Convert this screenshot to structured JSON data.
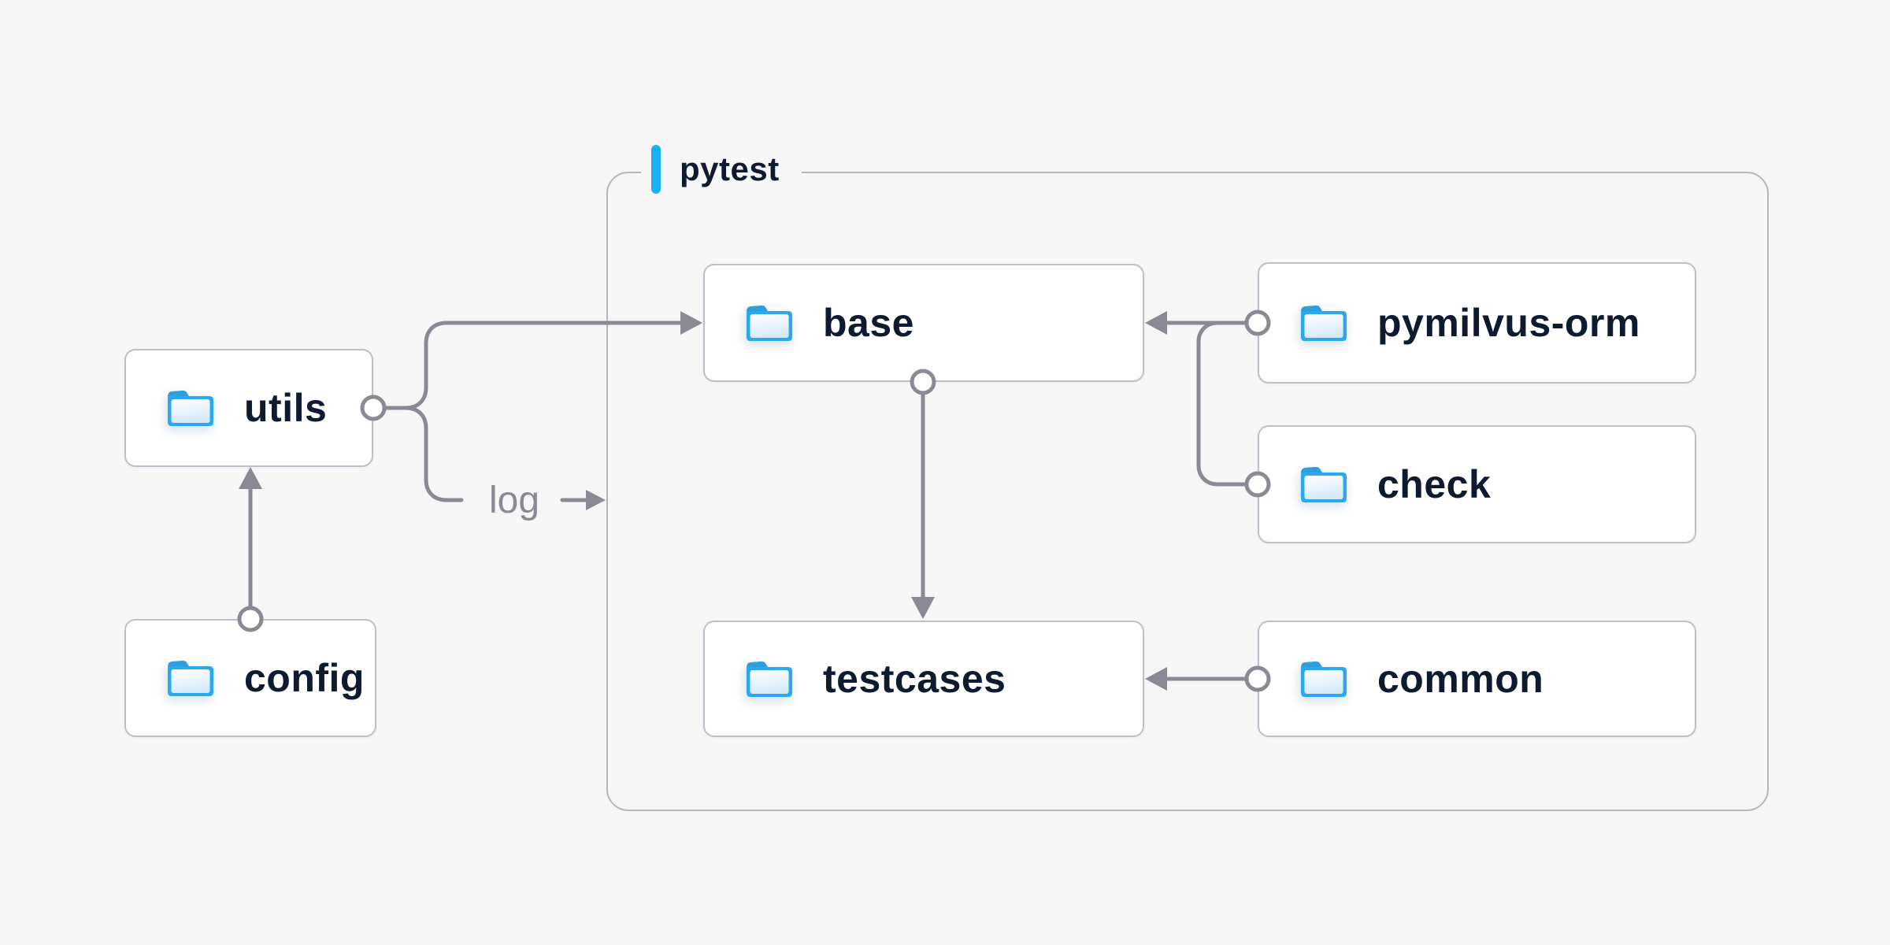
{
  "diagram": {
    "group": {
      "label": "pytest"
    },
    "nodes": [
      {
        "id": "utils",
        "label": "utils",
        "icon": "folder-icon"
      },
      {
        "id": "config",
        "label": "config",
        "icon": "folder-icon"
      },
      {
        "id": "base",
        "label": "base",
        "icon": "folder-icon"
      },
      {
        "id": "pymilvus-orm",
        "label": "pymilvus-orm",
        "icon": "folder-icon"
      },
      {
        "id": "check",
        "label": "check",
        "icon": "folder-icon"
      },
      {
        "id": "testcases",
        "label": "testcases",
        "icon": "folder-icon"
      },
      {
        "id": "common",
        "label": "common",
        "icon": "folder-icon"
      }
    ],
    "edges": [
      {
        "from": "config",
        "to": "utils",
        "label": ""
      },
      {
        "from": "utils",
        "to": "base",
        "label": ""
      },
      {
        "from": "utils",
        "to": "pytest",
        "label": "log"
      },
      {
        "from": "pymilvus-orm",
        "to": "base",
        "label": ""
      },
      {
        "from": "check",
        "to": "base",
        "label": ""
      },
      {
        "from": "base",
        "to": "testcases",
        "label": ""
      },
      {
        "from": "common",
        "to": "testcases",
        "label": ""
      }
    ]
  },
  "colors": {
    "background": "#f7f7f8",
    "node_background": "#ffffff",
    "node_border": "#bfbfca",
    "group_border": "#b6b6c1",
    "connector_gray": "#8a8a95",
    "text_navy": "#0e1a30",
    "muted_gray": "#8a8a94",
    "accent_blue": "#1ab0f2",
    "folder_blue": "#2aa9ee",
    "folder_tab_blue": "#2f9ede",
    "folder_body_light": "#d5eaf8"
  }
}
